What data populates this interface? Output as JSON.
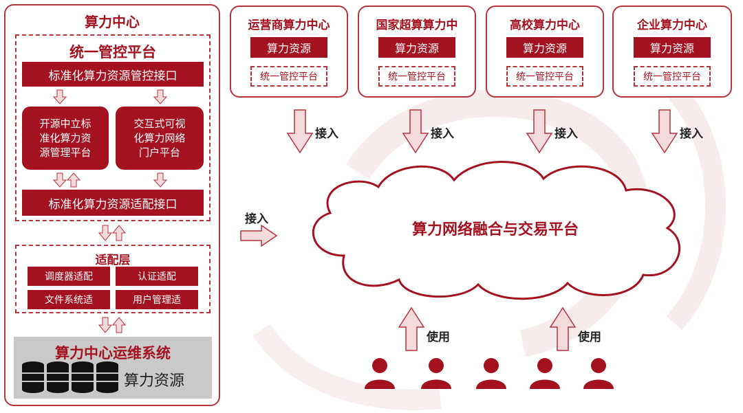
{
  "left_panel": {
    "title": "算力中心",
    "control_platform": {
      "title": "统一管控平台",
      "top_interface": "标准化算力资源管控接口",
      "left_box": [
        "开源中立标",
        "准化算力资",
        "源管理平台"
      ],
      "right_box": [
        "交互式可视",
        "化算力网络",
        "门户平台"
      ],
      "bottom_interface": "标准化算力资源适配接口"
    },
    "adapter_layer": {
      "title": "适配层",
      "items": [
        "调度器适配",
        "认证适配",
        "文件系统适",
        "用户管理适"
      ]
    },
    "ops": {
      "title": "算力中心运维系统",
      "resource_label": "算力资源"
    }
  },
  "centers": [
    {
      "title": "运营商算力中心",
      "resource": "算力资源",
      "platform": "统一管控平台"
    },
    {
      "title": "国家超算算力中",
      "resource": "算力资源",
      "platform": "统一管控平台"
    },
    {
      "title": "高校算力中心",
      "resource": "算力资源",
      "platform": "统一管控平台"
    },
    {
      "title": "企业算力中心",
      "resource": "算力资源",
      "platform": "统一管控平台"
    }
  ],
  "connect_label": "接入",
  "left_connect_label": "接入",
  "cloud_title": "算力网络融合与交易平台",
  "use_label": "使用",
  "colors": {
    "accent": "#a3121e",
    "border": "#b8323b",
    "arrow_fill": "#f3dadc"
  }
}
